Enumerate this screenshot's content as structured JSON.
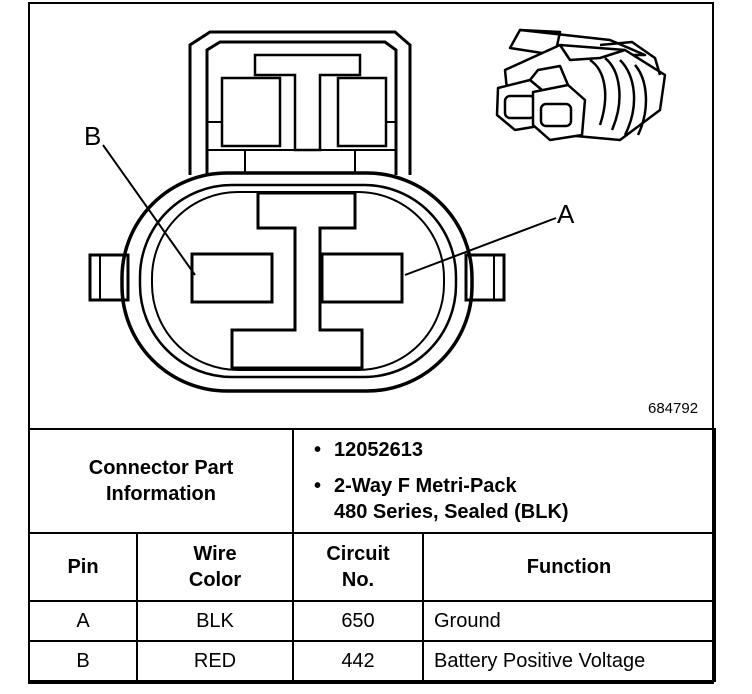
{
  "diagram": {
    "label_b": "B",
    "label_a": "A",
    "figure_number": "684792"
  },
  "connector_info": {
    "label_line1": "Connector Part",
    "label_line2": "Information",
    "part_number": "12052613",
    "description_line1": "2-Way F Metri-Pack",
    "description_line2": "480 Series, Sealed (BLK)",
    "bullet": "•"
  },
  "pin_table": {
    "headers": {
      "pin": "Pin",
      "wire_color_line1": "Wire",
      "wire_color_line2": "Color",
      "circuit_line1": "Circuit",
      "circuit_line2": "No.",
      "function": "Function"
    },
    "rows": [
      {
        "pin": "A",
        "wire_color": "BLK",
        "circuit": "650",
        "function": "Ground"
      },
      {
        "pin": "B",
        "wire_color": "RED",
        "circuit": "442",
        "function": "Battery Positive Voltage"
      }
    ]
  }
}
